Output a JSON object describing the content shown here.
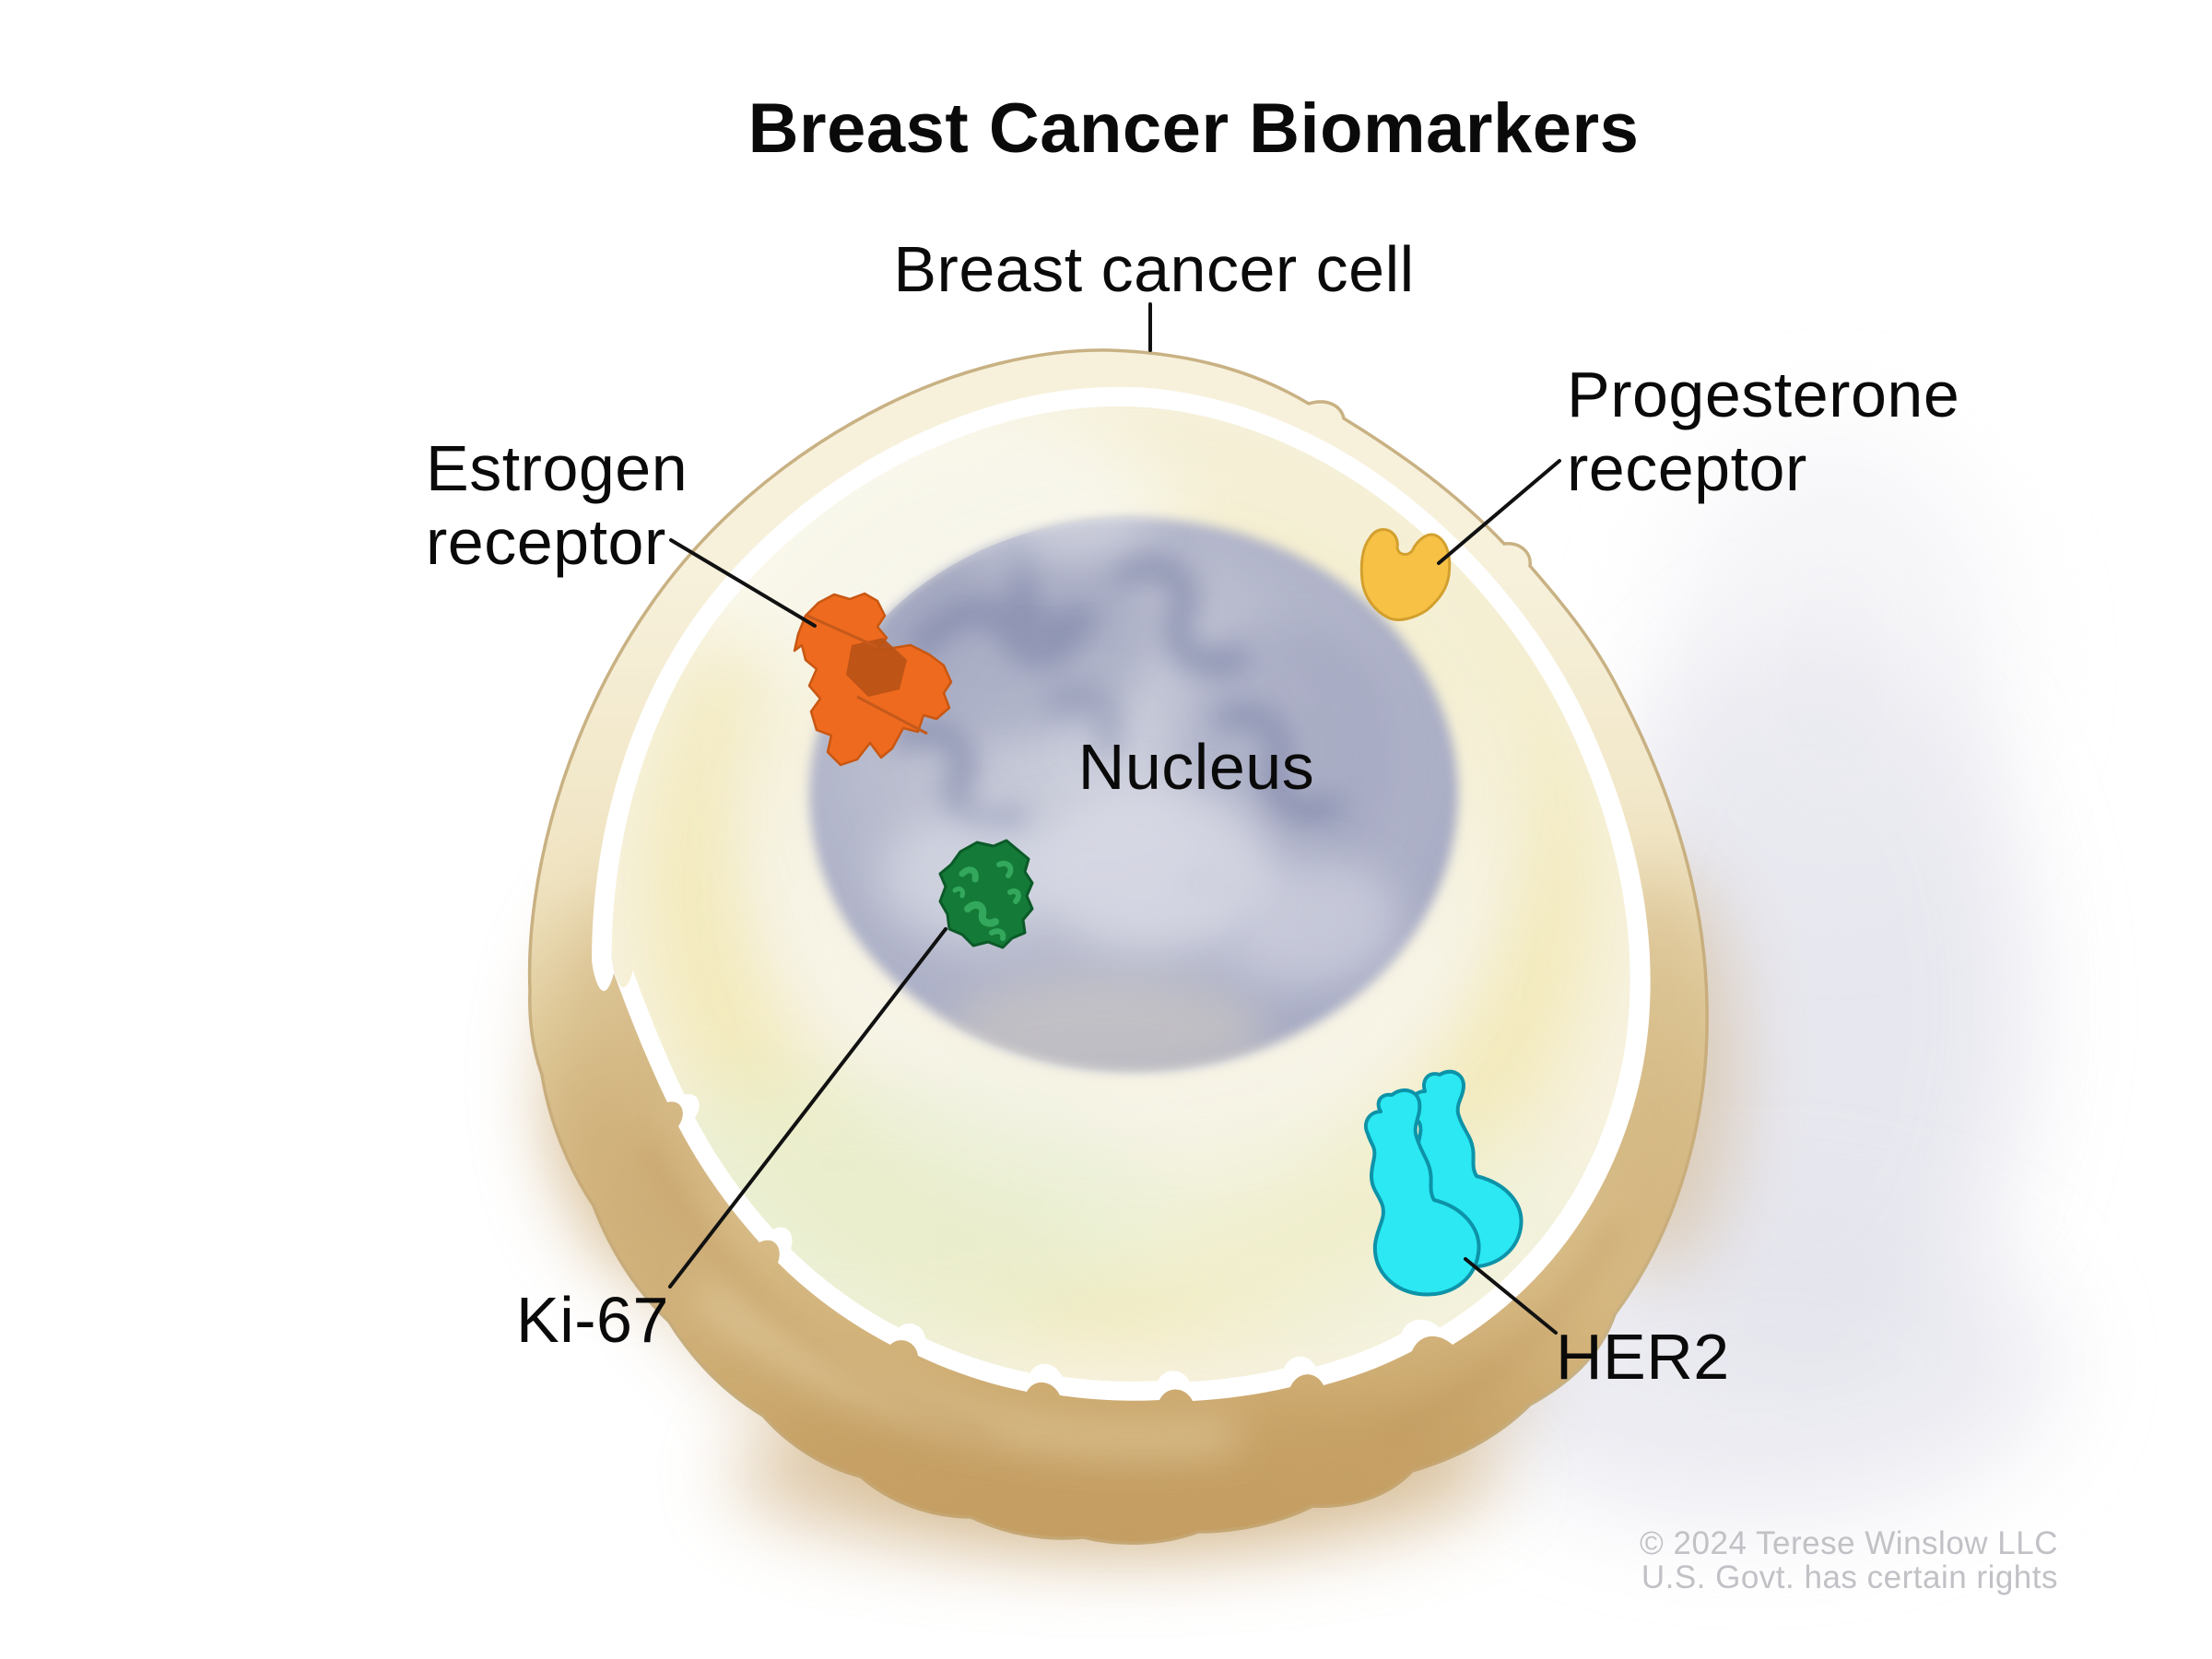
{
  "title": "Breast Cancer Biomarkers",
  "labels": {
    "cell": "Breast cancer cell",
    "estrogen": "Estrogen\nreceptor",
    "progesterone": "Progesterone\nreceptor",
    "nucleus": "Nucleus",
    "ki67": "Ki-67",
    "her2": "HER2"
  },
  "credit": [
    "© 2024 Terese Winslow LLC",
    "U.S. Govt. has certain rights"
  ],
  "colors": {
    "estrogen": "#ee6a1e",
    "estrogen-dark": "#ba5316",
    "progesterone": "#f7c145",
    "progesterone-edge": "#d2a02f",
    "ki67": "#147a38",
    "ki67-light": "#33a85c",
    "her2": "#2be8f3",
    "her2-edge": "#0d93a8",
    "membrane": "#c8b183",
    "leader-line": "#111111"
  }
}
